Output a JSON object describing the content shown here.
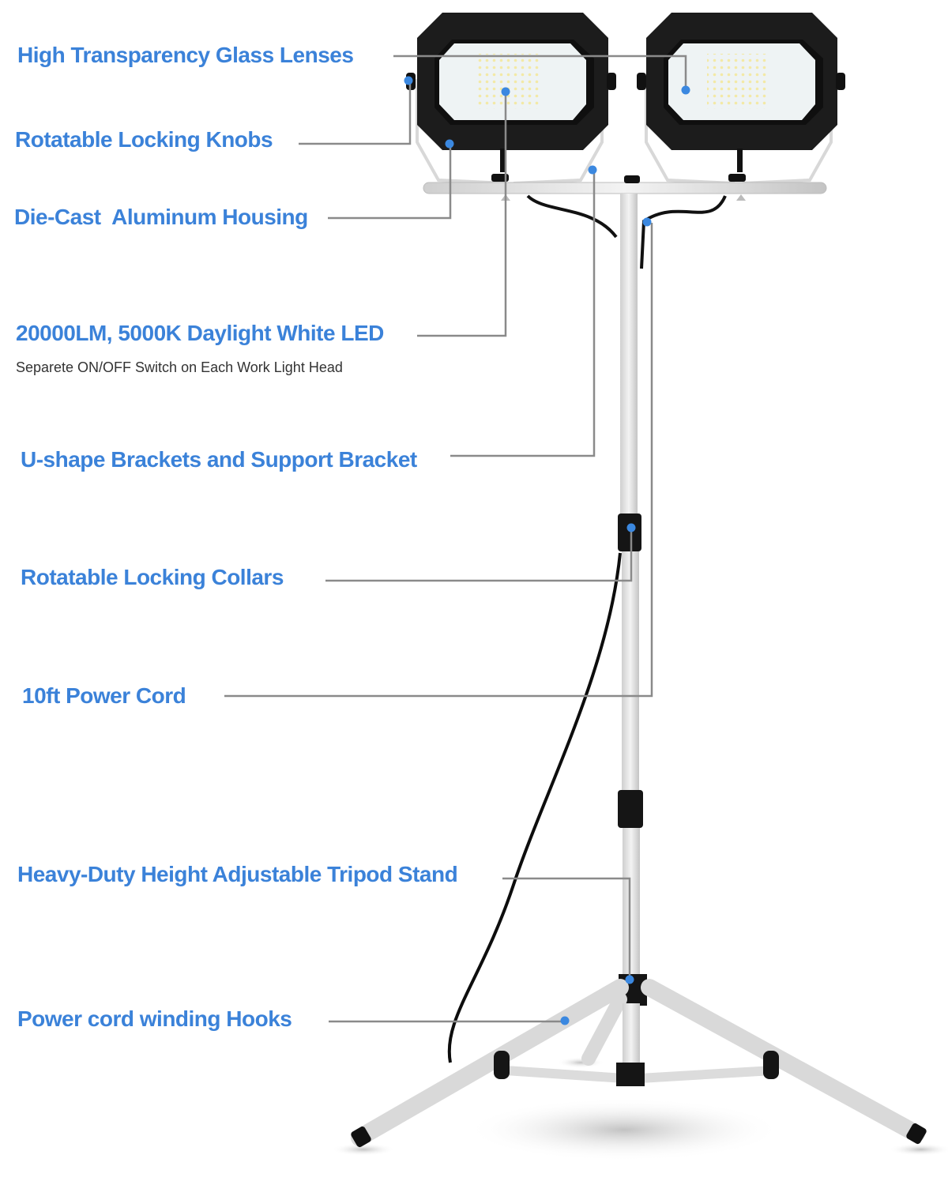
{
  "colors": {
    "label_blue": "#3b82d9",
    "leader_gray": "#8a8a8a",
    "dot_blue": "#3b88e0",
    "housing_black": "#1c1c1c",
    "lens_white": "#eef3f4",
    "led_yellow": "#f5ecb0",
    "pole_gray": "#dcdcdc"
  },
  "callouts": [
    {
      "id": "glass-lenses",
      "label": "High Transparency Glass Lenses"
    },
    {
      "id": "locking-knobs",
      "label": "Rotatable Locking Knobs"
    },
    {
      "id": "aluminum-housing",
      "label": "Die-Cast  Aluminum Housing"
    },
    {
      "id": "daylight-led",
      "label": "20000LM, 5000K Daylight White LED",
      "sublabel": "Separete ON/OFF Switch on Each Work Light Head"
    },
    {
      "id": "u-brackets",
      "label": "U-shape Brackets and Support Bracket"
    },
    {
      "id": "locking-collars",
      "label": "Rotatable Locking Collars"
    },
    {
      "id": "power-cord",
      "label": "10ft Power Cord"
    },
    {
      "id": "tripod-stand",
      "label": "Heavy-Duty Height Adjustable Tripod Stand"
    },
    {
      "id": "winding-hooks",
      "label": "Power cord winding Hooks"
    }
  ]
}
